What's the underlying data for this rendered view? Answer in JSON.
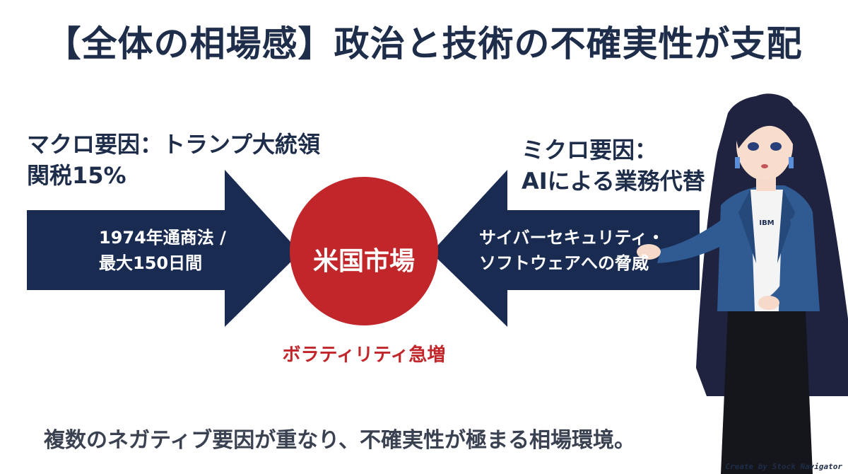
{
  "title": "【全体の相場感】政治と技術の不確実性が支配",
  "macro": {
    "heading_line1": "マクロ要因：トランプ大統領",
    "heading_line2": "関税15%",
    "arrow_line1": "1974年通商法 /",
    "arrow_line2": "最大150日間"
  },
  "micro": {
    "heading_line1": "ミクロ要因：",
    "heading_line2": "AIによる業務代替",
    "arrow_line1": "サイバーセキュリティ・",
    "arrow_line2": "ソフトウェアへの脅威"
  },
  "center": {
    "label": "米国市場"
  },
  "volatility": "ボラティリティ急増",
  "summary": "複数のネガティブ要因が重なり、不確実性が極まる相場環境。",
  "credit": "Create by Stock Navigator",
  "presenter": {
    "badge": "IBM"
  },
  "colors": {
    "navy": "#1a2b52",
    "red": "#c0262a",
    "jacket": "#2f5a92",
    "hair": "#1f2340"
  }
}
